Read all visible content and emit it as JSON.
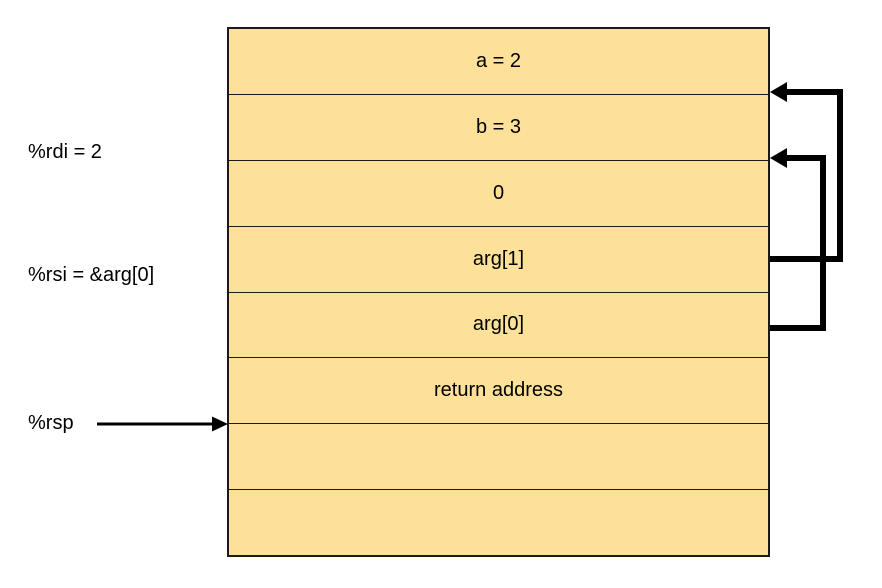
{
  "registers": {
    "rdi": "%rdi = 2",
    "rsi": "%rsi = &arg[0]",
    "rsp": "%rsp"
  },
  "stack": {
    "cells": [
      {
        "id": "a",
        "label": "a = 2"
      },
      {
        "id": "b",
        "label": "b = 3"
      },
      {
        "id": "zero",
        "label": "0"
      },
      {
        "id": "arg1",
        "label": "arg[1]"
      },
      {
        "id": "arg0",
        "label": "arg[0]"
      },
      {
        "id": "return-address",
        "label": "return address"
      },
      {
        "id": "empty-1",
        "label": ""
      },
      {
        "id": "empty-2",
        "label": ""
      }
    ]
  },
  "arrows": [
    {
      "id": "arg1-pointer",
      "from": "arg[1]",
      "to": "boundary between a = 2 and b = 3"
    },
    {
      "id": "arg0-pointer",
      "from": "arg[0]",
      "to": "boundary between b = 3 and 0"
    },
    {
      "id": "rsp-pointer",
      "from": "%rsp",
      "to": "left edge of stack below return address"
    }
  ],
  "colors": {
    "cell_fill": "#FDE198",
    "line": "#000000",
    "text": "#000000",
    "background": "#FFFFFF"
  }
}
